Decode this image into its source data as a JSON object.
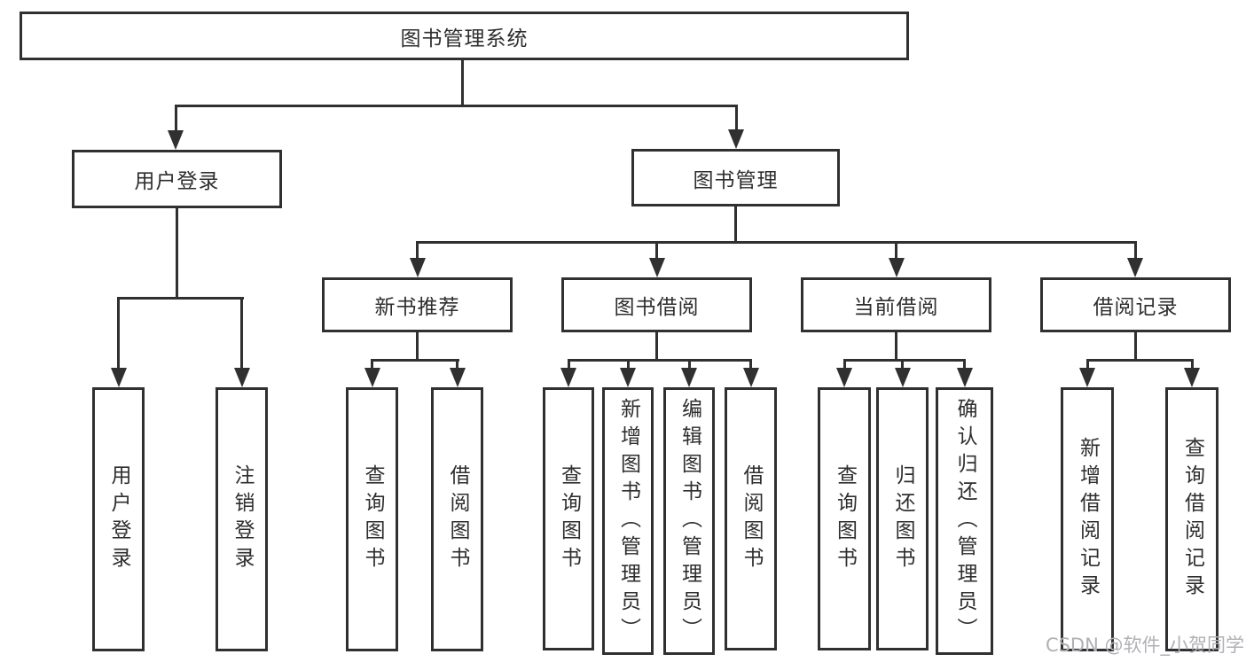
{
  "page": {
    "background_color": "#ffffff",
    "line_color": "#303030",
    "text_color": "#2e2e2e"
  },
  "nodes": {
    "root": "图书管理系统",
    "user_login": "用户登录",
    "book_management": "图书管理",
    "new_book_recommend": "新书推荐",
    "book_borrow": "图书借阅",
    "current_borrow": "当前借阅",
    "borrow_record": "借阅记录",
    "leaves": {
      "user_login_group": [
        "用户登录",
        "注销登录"
      ],
      "new_book_group": [
        "查询图书",
        "借阅图书"
      ],
      "book_borrow_group": [
        "查询图书",
        "新增图书（管理员）",
        "编辑图书（管理员）",
        "借阅图书"
      ],
      "current_borrow_group": [
        "查询图书",
        "归还图书",
        "确认归还（管理员）"
      ],
      "borrow_record_group": [
        "新增借阅记录",
        "查询借阅记录"
      ]
    }
  },
  "watermark": {
    "text": "CSDN @软件_小贺同学",
    "color": "#b0b0b6"
  }
}
